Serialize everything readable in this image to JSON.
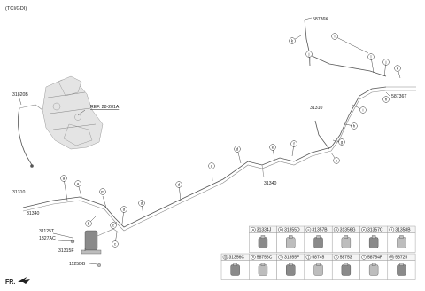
{
  "header": {
    "variant": "(TCI/GDI)"
  },
  "footer": {
    "direction_label": "FR."
  },
  "ref_label": "REF. 28-281A",
  "part_labels": {
    "p58736K": "58736K",
    "p31820B": "31820B",
    "p58736T": "58736T",
    "p31310_top": "31310",
    "p31310_left": "31310",
    "p31340_mid": "31340",
    "p31340_left": "31340",
    "p31125T": "31125T",
    "p1327AC": "1327AC",
    "p31315F": "31315F",
    "p1125DB": "1125DB"
  },
  "callouts": [
    "a",
    "b",
    "c",
    "d",
    "e",
    "f",
    "g",
    "h",
    "i",
    "j",
    "k",
    "l",
    "m"
  ],
  "parts_table": {
    "row1": [
      {
        "letter": "a",
        "part": "31334J"
      },
      {
        "letter": "b",
        "part": "31355D"
      },
      {
        "letter": "c",
        "part": "31357B"
      },
      {
        "letter": "d",
        "part": "31356G"
      },
      {
        "letter": "e",
        "part": "31357C"
      },
      {
        "letter": "f",
        "part": "31358B"
      }
    ],
    "row2": [
      {
        "letter": "g",
        "part": "31356C"
      },
      {
        "letter": "h",
        "part": "58758C"
      },
      {
        "letter": "i",
        "part": "31355F"
      },
      {
        "letter": "j",
        "part": "58745"
      },
      {
        "letter": "k",
        "part": "58753"
      },
      {
        "letter": "l",
        "part": "58754F"
      },
      {
        "letter": "m",
        "part": "58725"
      }
    ]
  }
}
